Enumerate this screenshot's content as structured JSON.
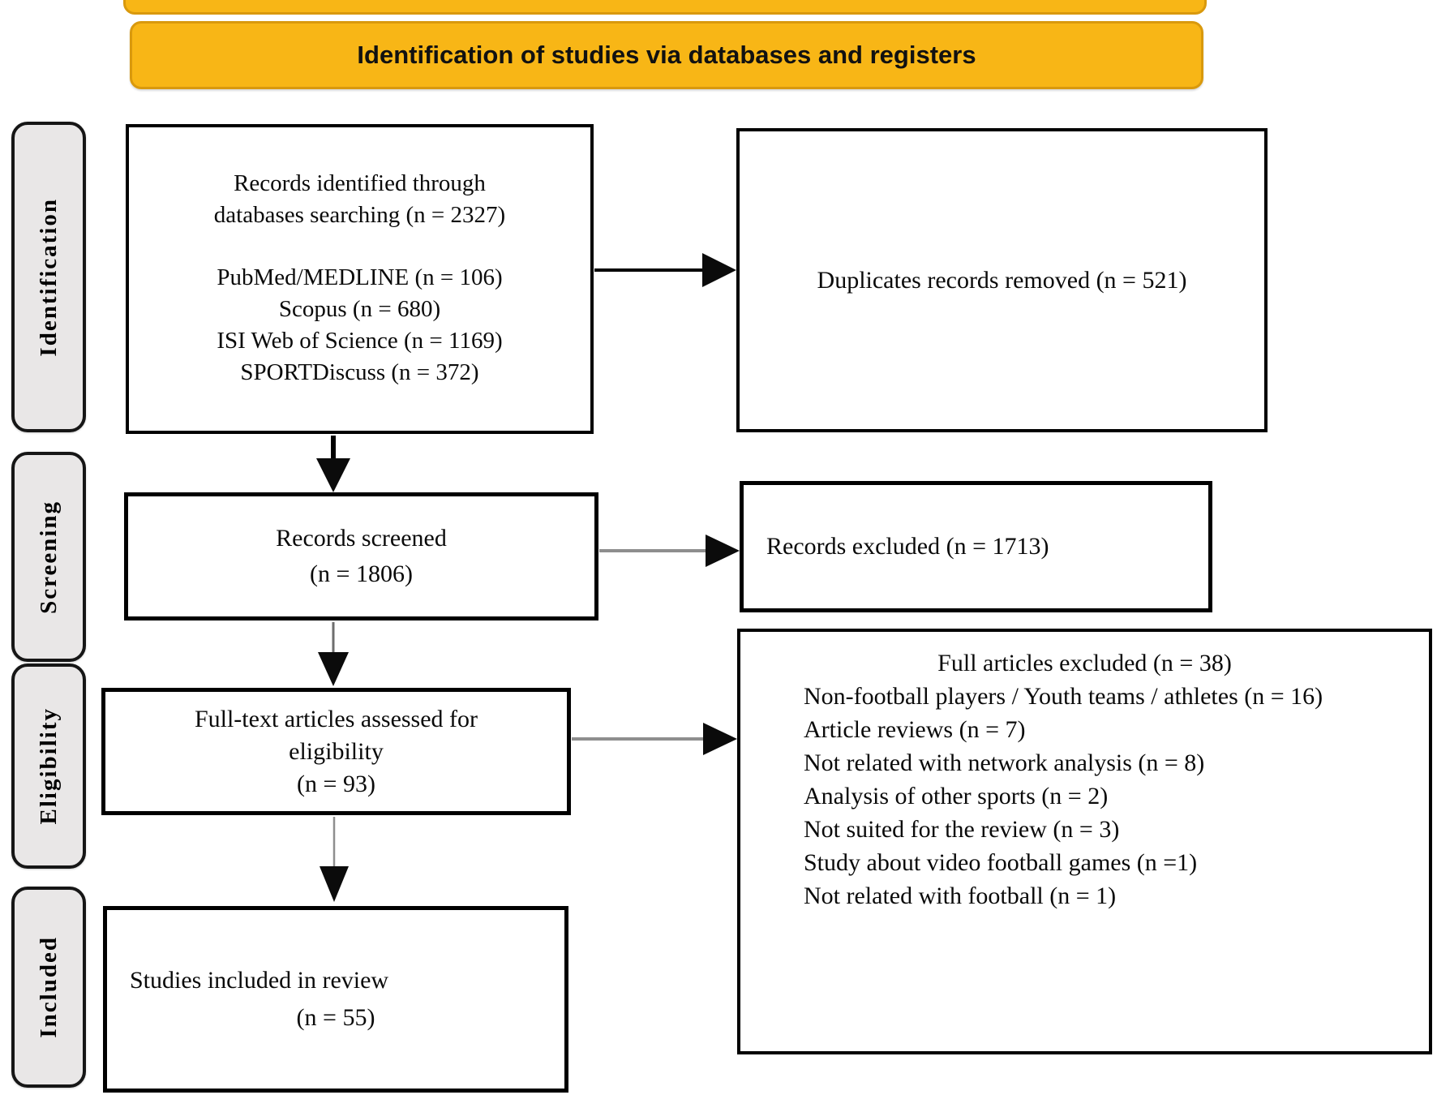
{
  "colors": {
    "header_fill": "#F8B616",
    "header_border": "#D9990D",
    "stage_fill": "#E9E7E7",
    "arrow_gray": "#8E8E8E",
    "arrow_gray_dark": "#6E6E6E"
  },
  "header": {
    "title": "Identification of studies via databases and registers"
  },
  "stages": [
    {
      "label": "Identification"
    },
    {
      "label": "Screening"
    },
    {
      "label": "Eligibility"
    },
    {
      "label": "Included"
    }
  ],
  "boxes": {
    "identified": {
      "group1": [
        "Records identified through",
        "databases searching (n = 2327)"
      ],
      "group2": [
        "PubMed/MEDLINE (n = 106)",
        "Scopus (n = 680)",
        "ISI Web of Science (n = 1169)",
        "SPORTDiscuss (n = 372)"
      ]
    },
    "duplicates": {
      "text": "Duplicates records removed (n = 521)"
    },
    "screened": {
      "lines": [
        "Records screened",
        "(n = 1806)"
      ]
    },
    "records_excluded": {
      "text": "Records excluded (n = 1713)"
    },
    "fulltext": {
      "lines": [
        "Full-text articles assessed for",
        "eligibility",
        "(n = 93)"
      ]
    },
    "full_articles_excluded": {
      "title": "Full articles excluded (n = 38)",
      "items": [
        "Non-football players / Youth teams / athletes (n = 16)",
        "Article reviews (n = 7)",
        "Not related with network analysis (n = 8)",
        "Analysis of other sports (n = 2)",
        "Not suited for the review (n = 3)",
        "Study about video football games (n =1)",
        "Not related with football (n = 1)"
      ]
    },
    "included": {
      "line1": "Studies included in review",
      "line2": "(n = 55)"
    }
  }
}
